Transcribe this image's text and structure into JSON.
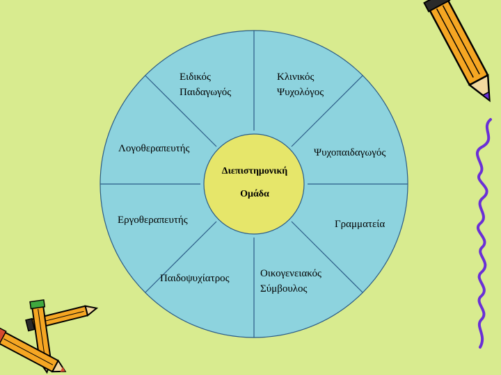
{
  "diagram": {
    "center": {
      "line1": "Διεπιστημονική",
      "line2": "Ομάδα"
    },
    "segments": [
      {
        "line1": "Ειδικός",
        "line2": "Παιδαγωγός"
      },
      {
        "line1": "Κλινικός",
        "line2": "Ψυχολόγος"
      },
      {
        "line1": "Ψυχοπαιδαγωγός",
        "line2": ""
      },
      {
        "line1": "Γραμματεία",
        "line2": ""
      },
      {
        "line1": "Οικογενειακός",
        "line2": "Σύμβουλος"
      },
      {
        "line1": "Παιδοψυχίατρος",
        "line2": ""
      },
      {
        "line1": "Εργοθεραπευτής",
        "line2": ""
      },
      {
        "line1": "Λογοθεραπευτής",
        "line2": ""
      }
    ]
  },
  "colors": {
    "background": "#d8eb8f",
    "wheel": "#8dd3de",
    "hub": "#e6e66a",
    "lines": "#2a5a86",
    "squiggle": "#6a2fd6",
    "pencil_body": "#f5a623",
    "pencil_outline": "#000000"
  },
  "decorations": [
    "pencil-icon",
    "crossed-pencils-icon",
    "squiggle-line"
  ]
}
